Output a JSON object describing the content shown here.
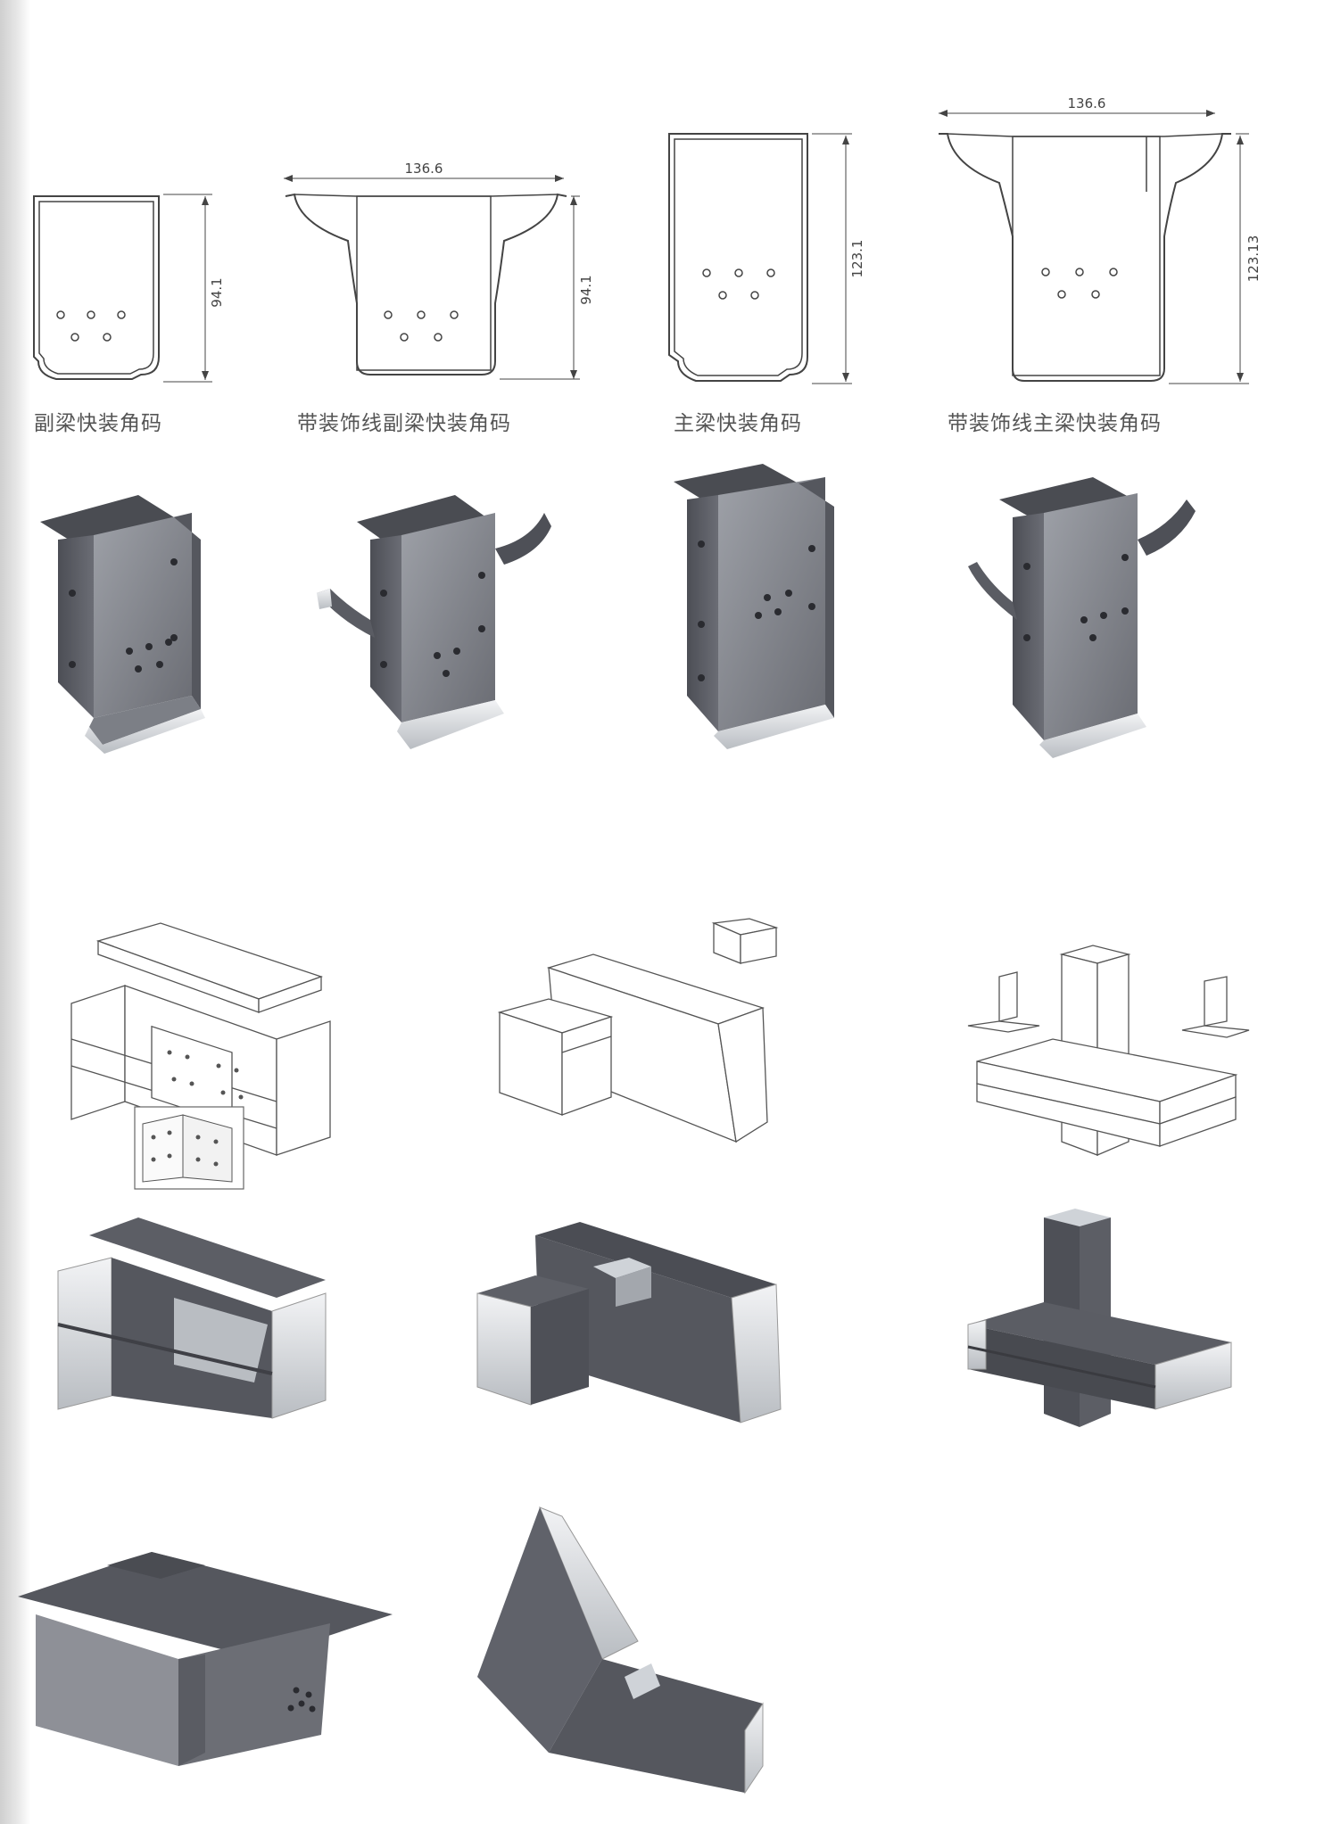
{
  "profiles": [
    {
      "caption": "副梁快装角码",
      "height_label": "94.1",
      "width_label": ""
    },
    {
      "caption": "带装饰线副梁快装角码",
      "height_label": "94.1",
      "width_label": "136.6"
    },
    {
      "caption": "主梁快装角码",
      "height_label": "123.1",
      "width_label": ""
    },
    {
      "caption": "带装饰线主梁快装角码",
      "height_label": "123.13",
      "width_label": "136.6"
    }
  ],
  "colors": {
    "anodized_gray": "#5d5f66",
    "aluminum_silver": "#cfd3d8",
    "line": "#444444"
  },
  "icons": [
    "bracket-render-icon",
    "joint-sketch-icon",
    "joint-render-icon",
    "angle-bracket-icon"
  ]
}
